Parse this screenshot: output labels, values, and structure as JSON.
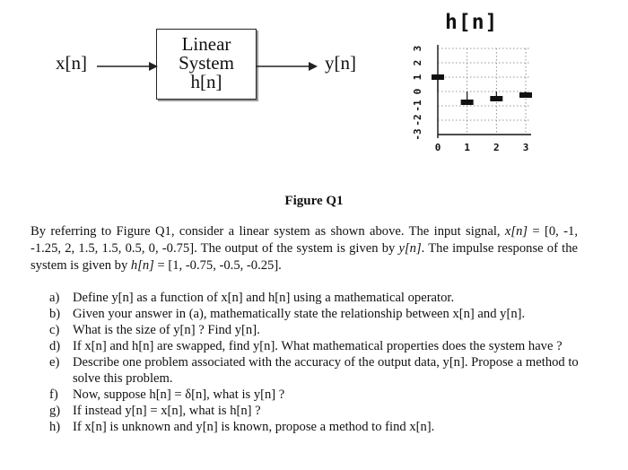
{
  "diagram": {
    "input_label": "x[n]",
    "system_lines": [
      "Linear",
      "System",
      "h[n]"
    ],
    "output_label": "y[n]"
  },
  "chart_data": {
    "type": "stem",
    "title": "h[n]",
    "x": [
      0,
      1,
      2,
      3
    ],
    "y": [
      1,
      -0.75,
      -0.5,
      -0.25
    ],
    "x_ticks": [
      "0",
      "1",
      "2",
      "3"
    ],
    "y_ticks": [
      "3",
      "2",
      "1",
      "0",
      "-1",
      "-2",
      "-3"
    ],
    "ylim": [
      -3,
      3
    ],
    "grid": true
  },
  "figure_caption": "Figure Q1",
  "paragraph": {
    "p1": "By referring to Figure Q1, consider a linear system as shown above. The input signal, ",
    "xn": "x[n]",
    "p2": " = [0, -1, -1.25, 2, 1.5, 1.5, 0.5, 0, -0.75]. The output of the system is given by ",
    "yn": "y[n]",
    "p3": ". The impulse response of the system is given by ",
    "hn": "h[n]",
    "p4": " = [1, -0.75, -0.5, -0.25]."
  },
  "questions": [
    {
      "letter": "a)",
      "text": "Define y[n] as a function of x[n] and h[n] using a mathematical operator."
    },
    {
      "letter": "b)",
      "text": "Given your answer in (a), mathematically state the relationship between x[n] and y[n]."
    },
    {
      "letter": "c)",
      "text": "What is the size of y[n] ? Find y[n]."
    },
    {
      "letter": "d)",
      "text": "If x[n] and h[n] are swapped, find y[n]. What mathematical properties does the system have ?"
    },
    {
      "letter": "e)",
      "text": "Describe one problem associated with the accuracy of the output data, y[n]. Propose a method to solve this problem."
    },
    {
      "letter": "f)",
      "text": "Now, suppose h[n] = δ[n], what is y[n] ?"
    },
    {
      "letter": "g)",
      "text": "If instead y[n] = x[n], what is h[n] ?"
    },
    {
      "letter": "h)",
      "text": "If x[n] is unknown and y[n] is known, propose a method to find x[n]."
    }
  ]
}
